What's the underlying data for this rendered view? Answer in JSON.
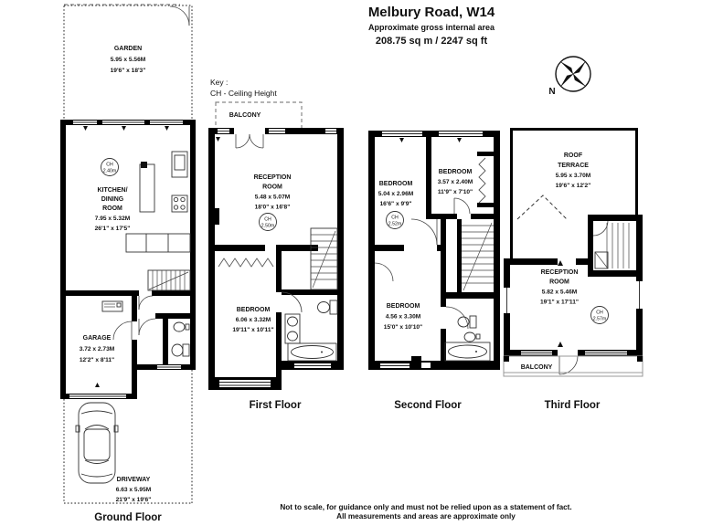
{
  "header": {
    "title": "Melbury Road, W14",
    "subtitle": "Approximate gross internal area",
    "area": "208.75 sq m /  2247 sq ft"
  },
  "key": {
    "line1": "Key :",
    "line2": "CH - Ceiling Height"
  },
  "compass": {
    "north_label": "N"
  },
  "floors": {
    "ground": {
      "label": "Ground Floor",
      "rooms": {
        "garden": {
          "name": "GARDEN",
          "metric": "5.95 x 5.56M",
          "imperial": "19'6\" x 18'3\""
        },
        "kitchen": {
          "line1": "KITCHEN/",
          "line2": "DINING",
          "line3": "ROOM",
          "metric": "7.95 x 5.32M",
          "imperial": "26'1\" x 17'5\"",
          "ch": "CH",
          "ch_value": "2.40m"
        },
        "garage": {
          "name": "GARAGE",
          "metric": "3.72 x 2.73M",
          "imperial": "12'2\" x 8'11\""
        },
        "driveway": {
          "name": "DRIVEWAY",
          "metric": "6.63 x 5.95M",
          "imperial": "21'9\" x 19'6\""
        }
      }
    },
    "first": {
      "label": "First Floor",
      "rooms": {
        "balcony": {
          "name": "BALCONY"
        },
        "reception": {
          "line1": "RECEPTION",
          "line2": "ROOM",
          "metric": "5.48 x 5.07M",
          "imperial": "18'0\" x 16'8\"",
          "ch": "CH",
          "ch_value": "2.50m"
        },
        "bedroom": {
          "name": "BEDROOM",
          "metric": "6.06 x 3.32M",
          "imperial": "19'11\" x 10'11\""
        }
      }
    },
    "second": {
      "label": "Second Floor",
      "rooms": {
        "bedroom1": {
          "name": "BEDROOM",
          "metric": "5.04 x 2.96M",
          "imperial": "16'6\" x 9'9\"",
          "ch": "CH",
          "ch_value": "2.52m"
        },
        "bedroom2": {
          "name": "BEDROOM",
          "metric": "3.57 x 2.40M",
          "imperial": "11'9\" x 7'10\""
        },
        "bedroom3": {
          "name": "BEDROOM",
          "metric": "4.56 x 3.30M",
          "imperial": "15'0\" x 10'10\""
        }
      }
    },
    "third": {
      "label": "Third Floor",
      "rooms": {
        "roof_terrace": {
          "line1": "ROOF",
          "line2": "TERRACE",
          "metric": "5.95 x 3.70M",
          "imperial": "19'6\" x 12'2\""
        },
        "reception": {
          "line1": "RECEPTION",
          "line2": "ROOM",
          "metric": "5.82 x 5.46M",
          "imperial": "19'1\" x 17'11\"",
          "ch": "CH",
          "ch_value": "2.57m"
        },
        "balcony": {
          "name": "BALCONY"
        }
      }
    }
  },
  "footer": {
    "line1": "Not to scale, for guidance only and must not be relied upon as a statement of fact.",
    "line2": "All measurements and areas are approximate only"
  }
}
